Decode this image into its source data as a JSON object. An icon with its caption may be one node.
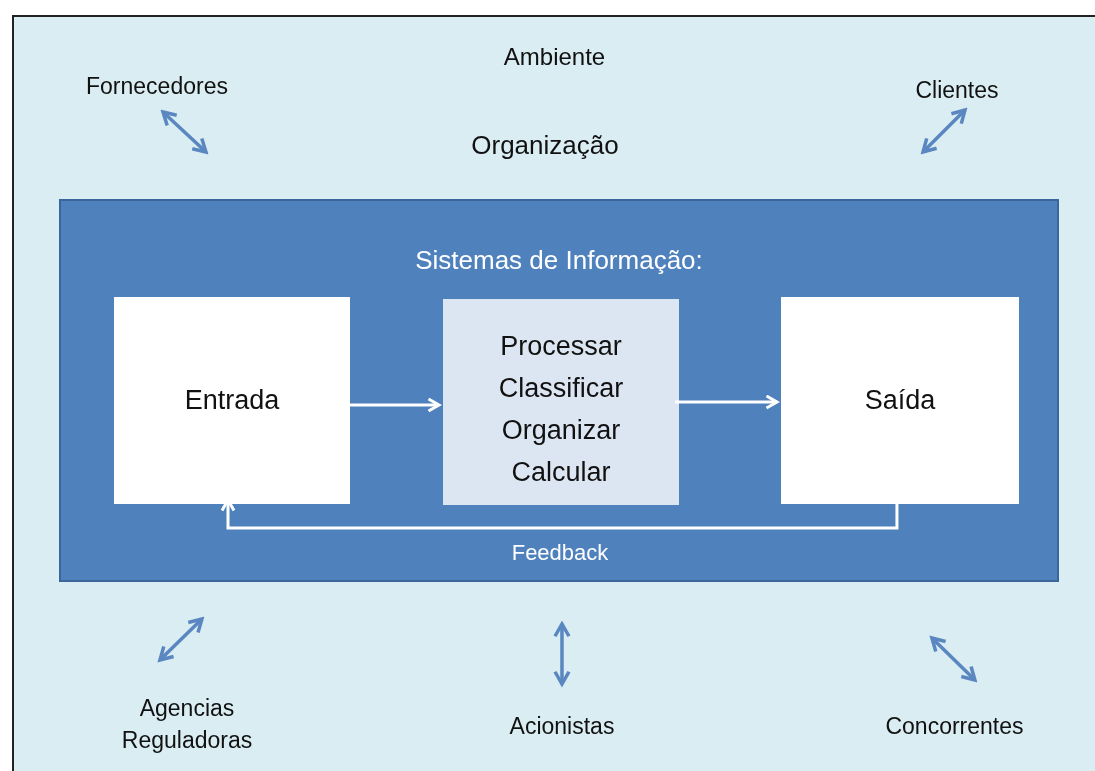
{
  "diagram": {
    "nodes": [
      {
        "text": [
          "Ambiente"
        ]
      },
      {
        "text": [
          "Sistemas de Informação:"
        ],
        "in": 0
      },
      {
        "text": [
          "Entrada"
        ],
        "in": 1
      },
      {
        "text": [
          "Processar Classificar Organizar Calcular"
        ],
        "in": 1
      },
      {
        "text": [
          "Saída"
        ],
        "in": 1
      },
      {
        "text": [
          "Fornecedores"
        ],
        "in": 0
      },
      {
        "text": [
          "Clientes"
        ],
        "in": 0
      },
      {
        "text": [
          "Agencias Reguladoras"
        ],
        "in": 0
      },
      {
        "text": [
          "Acionistas"
        ],
        "in": 0
      },
      {
        "text": [
          "Concorrentes"
        ],
        "in": 0
      }
    ],
    "edges": [
      {
        "from": 2,
        "to": 3,
        "arrow": "to",
        "color": "#ffffff"
      },
      {
        "from": 3,
        "to": 4,
        "arrow": "to",
        "color": "#ffffff"
      },
      {
        "from": 4,
        "to": 2,
        "arrow": "to",
        "label": "Feedback",
        "color": "#ffffff"
      },
      {
        "from": 5,
        "to": null,
        "arrow": "both"
      },
      {
        "from": 6,
        "to": null,
        "arrow": "both"
      },
      {
        "from": 7,
        "to": null,
        "arrow": "both"
      },
      {
        "from": 8,
        "to": null,
        "arrow": "both"
      },
      {
        "from": 9,
        "to": null,
        "arrow": "both"
      }
    ],
    "labels": [
      "Organização"
    ]
  }
}
